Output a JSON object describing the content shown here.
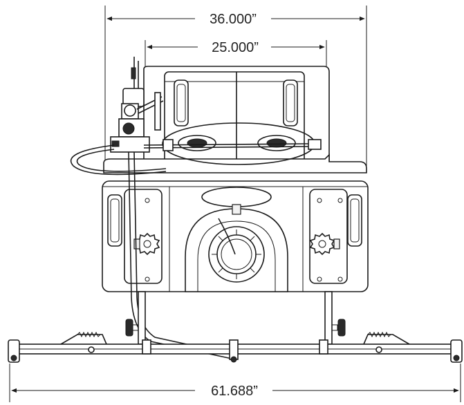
{
  "dimensions": {
    "top_width": "36.000”",
    "tank_width": "25.000”",
    "boom_width": "61.688”"
  },
  "icons": [
    "dimension-arrow-icon",
    "shutoff-valve-knob-icon",
    "spring-icon",
    "nozzle-icon"
  ]
}
